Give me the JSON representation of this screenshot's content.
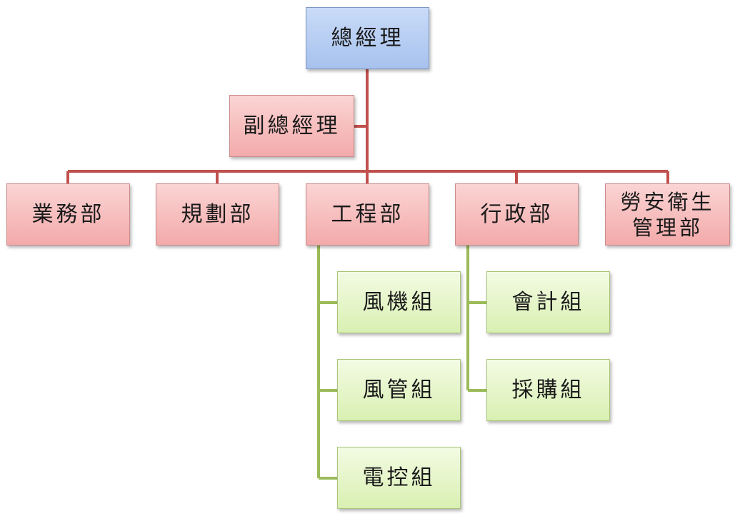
{
  "colors": {
    "connector_red": "#c0504d",
    "connector_green": "#9bbb59",
    "top_fill": "#a7c2ee",
    "department_fill": "#f3aaaa",
    "group_fill": "#d9f0b2"
  },
  "org": {
    "general_manager": "總經理",
    "deputy_general_manager": "副總經理",
    "departments": {
      "sales": "業務部",
      "planning": "規劃部",
      "engineering": "工程部",
      "administration": "行政部",
      "safety": "勞安衛生\n管理部"
    },
    "engineering_groups": {
      "fan": "風機組",
      "duct": "風管組",
      "electrical": "電控組"
    },
    "administration_groups": {
      "accounting": "會計組",
      "purchasing": "採購組"
    }
  }
}
